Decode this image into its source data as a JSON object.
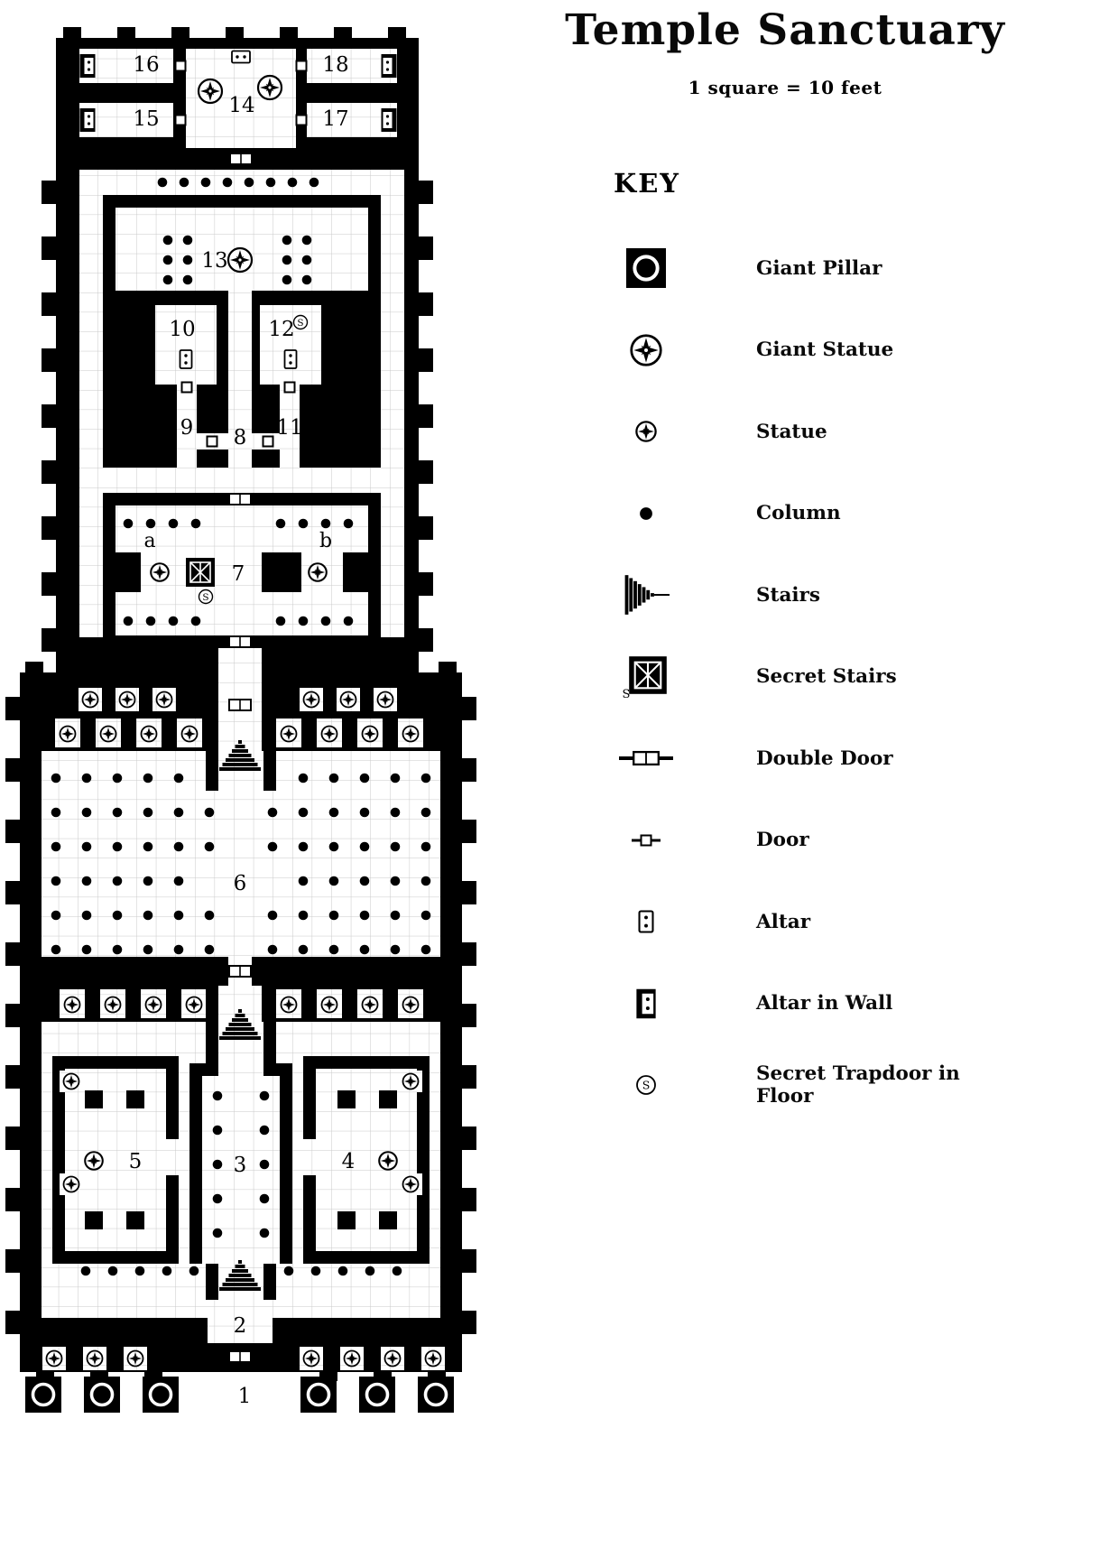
{
  "title": "Temple Sanctuary",
  "scale_note": "1 square = 10 feet",
  "key": {
    "heading": "KEY",
    "items": [
      {
        "label": "Giant Pillar"
      },
      {
        "label": "Giant Statue"
      },
      {
        "label": "Statue"
      },
      {
        "label": "Column"
      },
      {
        "label": "Stairs"
      },
      {
        "label": "Secret Stairs"
      },
      {
        "label": "Double Door"
      },
      {
        "label": "Door"
      },
      {
        "label": "Altar"
      },
      {
        "label": "Altar in Wall"
      },
      {
        "label": "Secret Trapdoor in Floor"
      }
    ]
  },
  "map": {
    "secret_marker": "S",
    "rooms": {
      "n1": "1",
      "n2": "2",
      "n3": "3",
      "n4": "4",
      "n5": "5",
      "n6": "6",
      "n7": "7",
      "n8": "8",
      "n9": "9",
      "n10": "10",
      "n11": "11",
      "n12": "12",
      "n13": "13",
      "n14": "14",
      "n15": "15",
      "n16": "16",
      "n17": "17",
      "n18": "18",
      "a": "a",
      "b": "b"
    }
  },
  "colors": {
    "wall": "#000000",
    "floor": "#ffffff",
    "grid": "#c9c9c9"
  }
}
